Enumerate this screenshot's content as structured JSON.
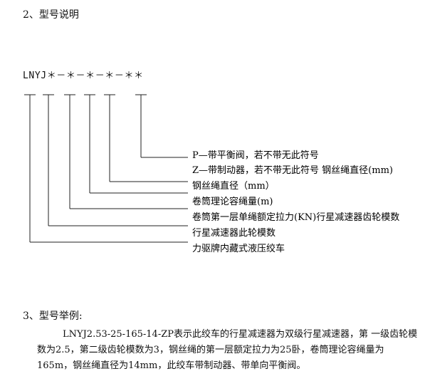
{
  "section2": {
    "title": "2、型号说明",
    "model_code": "LNYJ＊－＊－＊－＊－＊＊",
    "legend": [
      "P—带平衡阀，若不带无此符号",
      "Z—带制动器，若不带无此符号 钢丝绳直径(mm)",
      "钢丝绳直径（mm）",
      "卷筒理论容绳量(m)",
      "卷筒第一层单绳额定拉力(KN)行星减速器齿轮模数",
      "行星减速器此轮模数",
      "力驱牌内藏式液压绞车"
    ]
  },
  "section3": {
    "title": "3、型号举例:",
    "example": "LNYJ2.53-25-165-14-ZP表示此绞车的行星减速器为双级行星减速器，第 一级齿轮模数为2.5，第二级齿轮模数为3，钢丝绳的第一层额定拉力为25卧，卷筒理论容绳量为165m，钢丝绳直径为14mm，此绞车带制动器、带单向平衡阀。"
  },
  "colors": {
    "text": "#111111",
    "line": "#222222",
    "background": "#ffffff"
  }
}
